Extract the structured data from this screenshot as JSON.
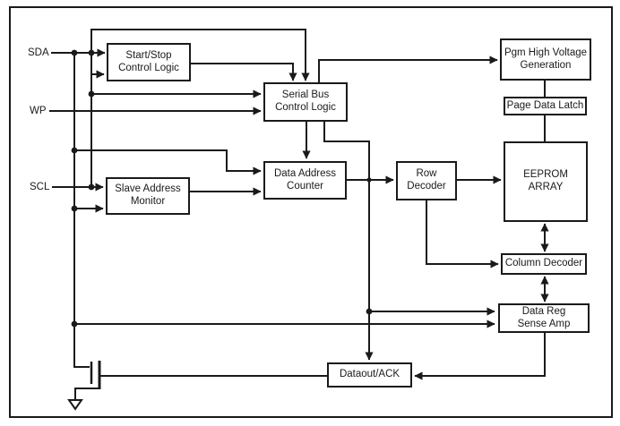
{
  "pins": {
    "sda": {
      "label": "SDA"
    },
    "wp": {
      "label": "WP"
    },
    "scl": {
      "label": "SCL"
    }
  },
  "blocks": {
    "start_stop": {
      "label": "Start/Stop\nControl Logic"
    },
    "serial_bus": {
      "label": "Serial Bus\nControl Logic"
    },
    "slave_addr": {
      "label": "Slave Address\nMonitor"
    },
    "data_addr": {
      "label": "Data Address\nCounter"
    },
    "row_dec": {
      "label": "Row\nDecoder"
    },
    "pgm_hv": {
      "label": "Pgm High Voltage\nGeneration"
    },
    "page_latch": {
      "label": "Page Data Latch"
    },
    "eeprom": {
      "label": "EEPROM\nARRAY"
    },
    "col_dec": {
      "label": "Column Decoder"
    },
    "data_reg": {
      "label": "Data Reg\nSense Amp"
    },
    "dataout": {
      "label": "Dataout/ACK"
    }
  },
  "colors": {
    "line": "#1a1a1a",
    "background": "#ffffff",
    "box_fill": "#ffffff"
  },
  "symbols": {
    "transistor": "nmos-transistor",
    "ground": "ground-symbol"
  }
}
